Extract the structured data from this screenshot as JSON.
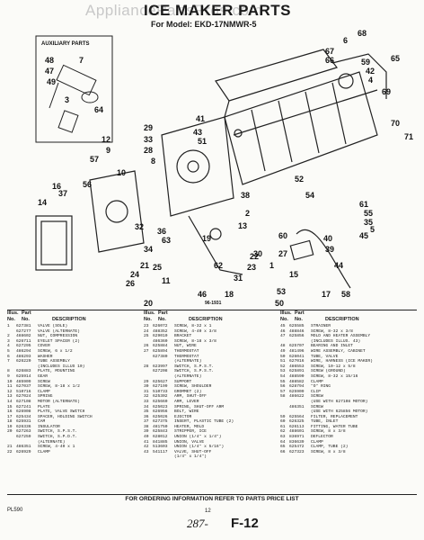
{
  "watermark": "AppliancePartsPros.com",
  "title": "ICE MAKER PARTS",
  "model_line": "For Model: EKD-17NMWR-5",
  "inset_label": "AUXILIARY PARTS",
  "diagram_ref": "96-1931",
  "callouts": [
    "68",
    "6",
    "67",
    "66",
    "59",
    "42",
    "4",
    "65",
    "48",
    "47",
    "49",
    "7",
    "3",
    "64",
    "69",
    "70",
    "71",
    "41",
    "43",
    "51",
    "29",
    "33",
    "28",
    "8",
    "10",
    "12",
    "9",
    "57",
    "37",
    "38",
    "2",
    "14",
    "16",
    "56",
    "54",
    "52",
    "32",
    "36",
    "63",
    "60",
    "15",
    "26",
    "34",
    "21",
    "25",
    "22",
    "23",
    "20",
    "62",
    "24",
    "11",
    "19",
    "18",
    "30",
    "1",
    "40",
    "39",
    "44",
    "17",
    "13",
    "53",
    "58",
    "50",
    "27",
    "61",
    "55",
    "35",
    "5",
    "45",
    "46",
    "31"
  ],
  "table_headers": {
    "illus": "Illus.",
    "part": "Part",
    "no": "No.",
    "part_no": "No.",
    "description": "DESCRIPTION"
  },
  "col1": [
    [
      "1",
      "627381",
      "VALVE (SOLE)"
    ],
    [
      "",
      "627277",
      "VALVE (ALTERNATE)"
    ],
    [
      "2",
      "488602",
      "NUT, COMPRESSION"
    ],
    [
      "3",
      "626711",
      "EYELET SPACER (2)"
    ],
    [
      "4",
      "627295",
      "COVER"
    ],
    [
      "5",
      "486294",
      "SCREW, 6 x 1/2"
    ],
    [
      "6",
      "486293",
      "WASHER"
    ],
    [
      "7",
      "626220",
      "TUBE ASSEMBLY"
    ],
    [
      "",
      "",
      "(INCLUDES ILLUS 10)"
    ],
    [
      "8",
      "626883",
      "PLATE, MOUNTING"
    ],
    [
      "9",
      "625914",
      "GEAR"
    ],
    [
      "10",
      "485909",
      "SCREW"
    ],
    [
      "11",
      "627037",
      "SCREW, 8-18 x 1/2"
    ],
    [
      "12",
      "510716",
      "CLAMP"
    ],
    [
      "13",
      "627024",
      "SPRING"
    ],
    [
      "14",
      "627108",
      "MOTOR (ALTERNATE)"
    ],
    [
      "15",
      "627241",
      "PLATE"
    ],
    [
      "16",
      "626908",
      "PLATE, VALVE SWITCH"
    ],
    [
      "17",
      "625434",
      "SPACER, HOLDING SWITCH"
    ],
    [
      "18",
      "625931",
      "CAM"
    ],
    [
      "19",
      "626336",
      "INSULATOR"
    ],
    [
      "20",
      "627263",
      "SWITCH, S.P.S.T."
    ],
    [
      "",
      "627259",
      "SWITCH, S.P.D.T."
    ],
    [
      "",
      "",
      "(ALTERNATE)"
    ],
    [
      "21",
      "486351",
      "SCREW, 4-40 x 1"
    ],
    [
      "22",
      "626929",
      "CLAMP"
    ]
  ],
  "col2": [
    [
      "23",
      "626072",
      "SCREW, 8-32 x 1"
    ],
    [
      "24",
      "488352",
      "SCREW, 4-40 x 3/8"
    ],
    [
      "25",
      "629010",
      "BRACKET"
    ],
    [
      "",
      "486360",
      "SCREW, 8-18 x 3/8"
    ],
    [
      "26",
      "625884",
      "NUT, WIRE"
    ],
    [
      "27",
      "625894",
      "THERMOSTAT"
    ],
    [
      "",
      "627380",
      "THERMOSTAT"
    ],
    [
      "",
      "",
      "(ALTERNATE)"
    ],
    [
      "28",
      "623997",
      "SWITCH, S.P.S.T."
    ],
    [
      "",
      "627208",
      "SWITCH, S.P.S.T."
    ],
    [
      "",
      "",
      "(ALTERNATE)"
    ],
    [
      "29",
      "625627",
      "SUPPORT"
    ],
    [
      "30",
      "627199",
      "SCREW, SHOULDER"
    ],
    [
      "31",
      "510733",
      "GROMMET (2)"
    ],
    [
      "32",
      "625302",
      "ARM, SHUT-OFF"
    ],
    [
      "33",
      "625660",
      "ARM, LEVER"
    ],
    [
      "34",
      "625023",
      "SPRING, SHUT-OFF ARM"
    ],
    [
      "35",
      "626956",
      "BOLT, WIRE"
    ],
    [
      "36",
      "625026",
      "EJECTOR"
    ],
    [
      "37",
      "627375",
      "INSERT, PLASTIC TUBE (2)"
    ],
    [
      "38",
      "481750",
      "HEATER, MOLD"
    ],
    [
      "39",
      "625843",
      "STRIPPER, ICE"
    ],
    [
      "40",
      "628012",
      "UNION (1/4\" x 1/4\")"
    ],
    [
      "41",
      "841885",
      "UNION, VALVE"
    ],
    [
      "42",
      "513603",
      "UNION (1/4\" x 5/16\")"
    ],
    [
      "43",
      "541117",
      "VALVE, SHUT-OFF"
    ],
    [
      "",
      "",
      "(1/4\" x 1/4\")"
    ]
  ],
  "col3": [
    [
      "45",
      "625585",
      "STRAINER"
    ],
    [
      "46",
      "488846",
      "SCREW, 8-32 x 3/8"
    ],
    [
      "47",
      "625856",
      "MOLD AND HEATER ASSEMBLY"
    ],
    [
      "",
      "",
      "(INCLUDES ILLUS. 43)"
    ],
    [
      "48",
      "625707",
      "BEARING AND INLET"
    ],
    [
      "49",
      "481496",
      "WIRE ASSEMBLY, CABINET"
    ],
    [
      "50",
      "626041",
      "TUBE, VALVE"
    ],
    [
      "51",
      "627016",
      "WIRE, HARNESS (ICE MAKER)"
    ],
    [
      "52",
      "486553",
      "SCREW, 10-12 x 5/8"
    ],
    [
      "53",
      "625891",
      "SCREW (GROUND)"
    ],
    [
      "54",
      "488590",
      "SCREW, 8-32 x 15/16"
    ],
    [
      "55",
      "488582",
      "CLAMP"
    ],
    [
      "56",
      "628794",
      "\"O\" RING"
    ],
    [
      "57",
      "625909",
      "CLIP"
    ],
    [
      "58",
      "486622",
      "SCREW"
    ],
    [
      "",
      "",
      "(USE WITH 627108 MOTOR)"
    ],
    [
      "",
      "486351",
      "SCREW"
    ],
    [
      "",
      "",
      "(USE WITH 625856 MOTOR)"
    ],
    [
      "59",
      "625564",
      "FILTER, REPLACEMENT"
    ],
    [
      "60",
      "626325",
      "TUBE, INLET"
    ],
    [
      "61",
      "626113",
      "FITTING, WATER TUBE"
    ],
    [
      "62",
      "488601",
      "SCREW, 8 x 3/8"
    ],
    [
      "63",
      "836971",
      "DEFLECTOR"
    ],
    [
      "64",
      "836639",
      "CLAMP"
    ],
    [
      "65",
      "625472",
      "CLAMP, TUBE (2)"
    ],
    [
      "66",
      "627323",
      "SCREW, 8 x 3/8"
    ]
  ],
  "footer_note": "FOR ORDERING INFORMATION REFER TO PARTS PRICE LIST",
  "page_left": "PL590",
  "page_center": "12",
  "figure_number": "287-",
  "figure_code": "F-12"
}
